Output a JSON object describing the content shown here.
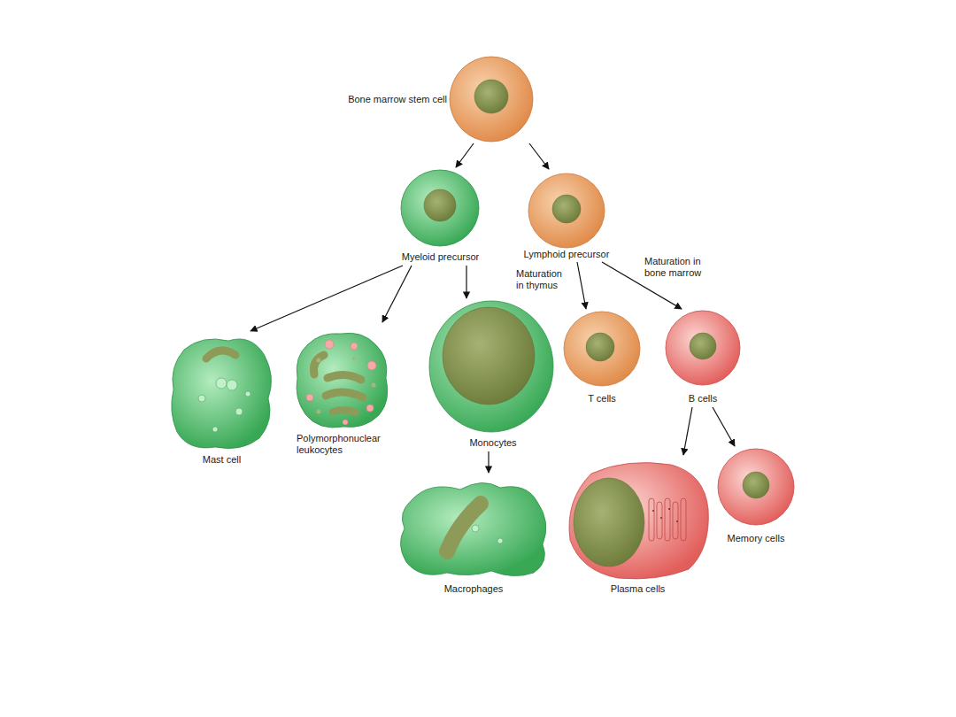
{
  "diagram": {
    "nodes": [
      {
        "text": [
          "Bone marrow stem cell"
        ]
      },
      {
        "text": [
          "Myeloid precursor"
        ]
      },
      {
        "text": [
          "Lymphoid precursor"
        ]
      },
      {
        "text": [
          "Mast cell"
        ]
      },
      {
        "text": [
          "Polymorphonuclear leukocytes"
        ]
      },
      {
        "text": [
          "Monocytes"
        ]
      },
      {
        "text": [
          "T cells"
        ]
      },
      {
        "text": [
          "B cells"
        ]
      },
      {
        "text": [
          "Macrophages"
        ]
      },
      {
        "text": [
          "Plasma cells"
        ]
      },
      {
        "text": [
          "Memory cells"
        ]
      }
    ],
    "edges": [
      {
        "from": 0,
        "to": 1,
        "arrow": "to"
      },
      {
        "from": 0,
        "to": 2,
        "arrow": "to"
      },
      {
        "from": 1,
        "to": 3,
        "arrow": "to"
      },
      {
        "from": 1,
        "to": 4,
        "arrow": "to"
      },
      {
        "from": 1,
        "to": 5,
        "arrow": "to"
      },
      {
        "from": 2,
        "to": 6,
        "label": "Maturation in thymus",
        "arrow": "to"
      },
      {
        "from": 2,
        "to": 7,
        "label": "Maturation in bone marrow",
        "arrow": "to"
      },
      {
        "from": 5,
        "to": 8,
        "arrow": "to"
      },
      {
        "from": 7,
        "to": 9,
        "arrow": "to"
      },
      {
        "from": 7,
        "to": 10,
        "arrow": "to"
      }
    ]
  }
}
